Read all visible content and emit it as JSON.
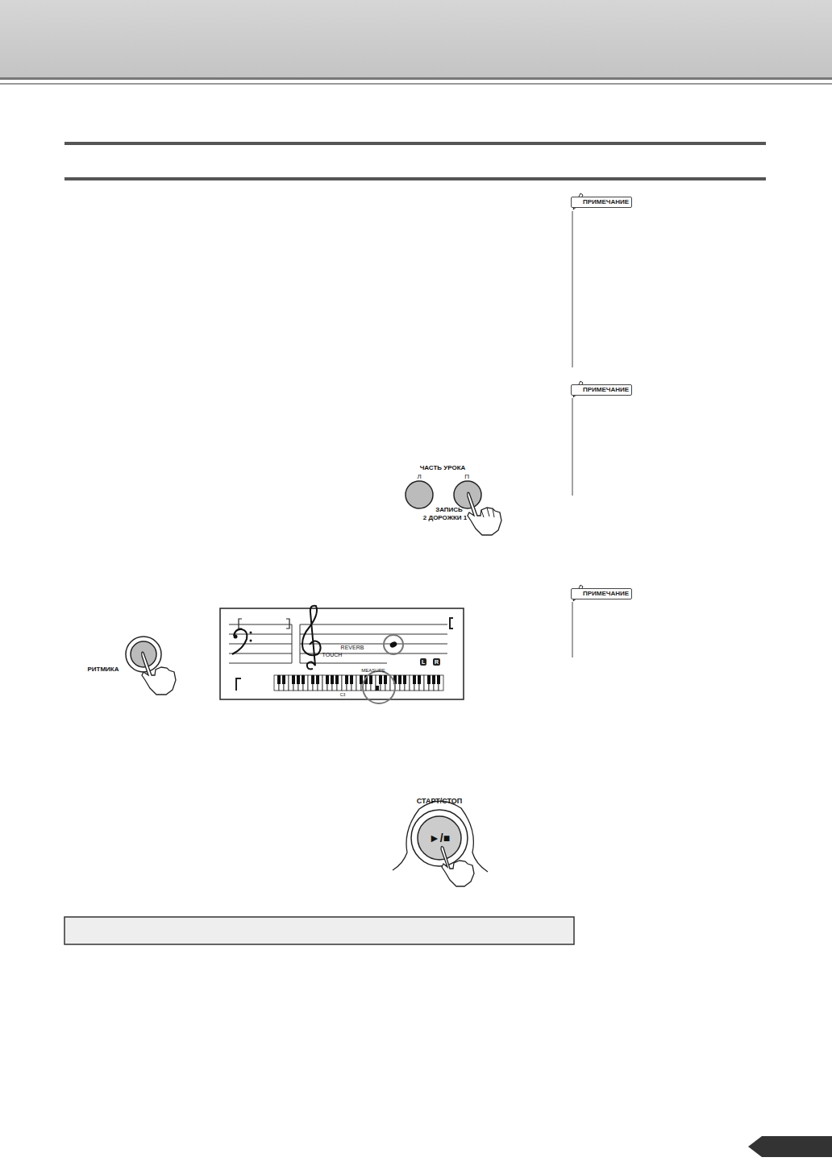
{
  "diagram": {
    "nodes": [
      {
        "text": [
          "ПРИМЕЧАНИЕ"
        ]
      },
      {
        "text": [
          "ПРИМЕЧАНИЕ"
        ]
      },
      {
        "text": [
          "ПРИМЕЧАНИЕ"
        ]
      },
      {
        "text": [
          "L"
        ]
      },
      {
        "text": [
          "R"
        ]
      }
    ],
    "labels": [
      "ЧАСТЬ УРОКА",
      "Л",
      "П",
      "ЗАПИСЬ",
      "2 ДОРОЖКИ 1",
      "РИТМИКА",
      "REVERB",
      "TOUCH",
      "MEASURE",
      "C3",
      "СТАРТ/СТОП",
      "►/■"
    ]
  }
}
